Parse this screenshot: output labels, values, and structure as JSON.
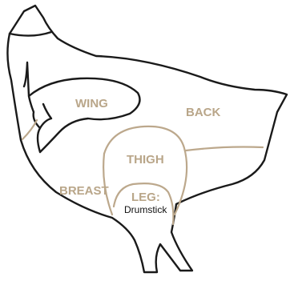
{
  "labels": {
    "wing": "WING",
    "back": "BACK",
    "thigh": "THIGH",
    "breast": "BREAST",
    "leg": "LEG:",
    "drumstick": "Drumstick"
  },
  "colors": {
    "outline": "#1a1a1a",
    "cut_lines": "#bca88c",
    "label_text": "#b9a689",
    "drumstick_text": "#111111"
  }
}
